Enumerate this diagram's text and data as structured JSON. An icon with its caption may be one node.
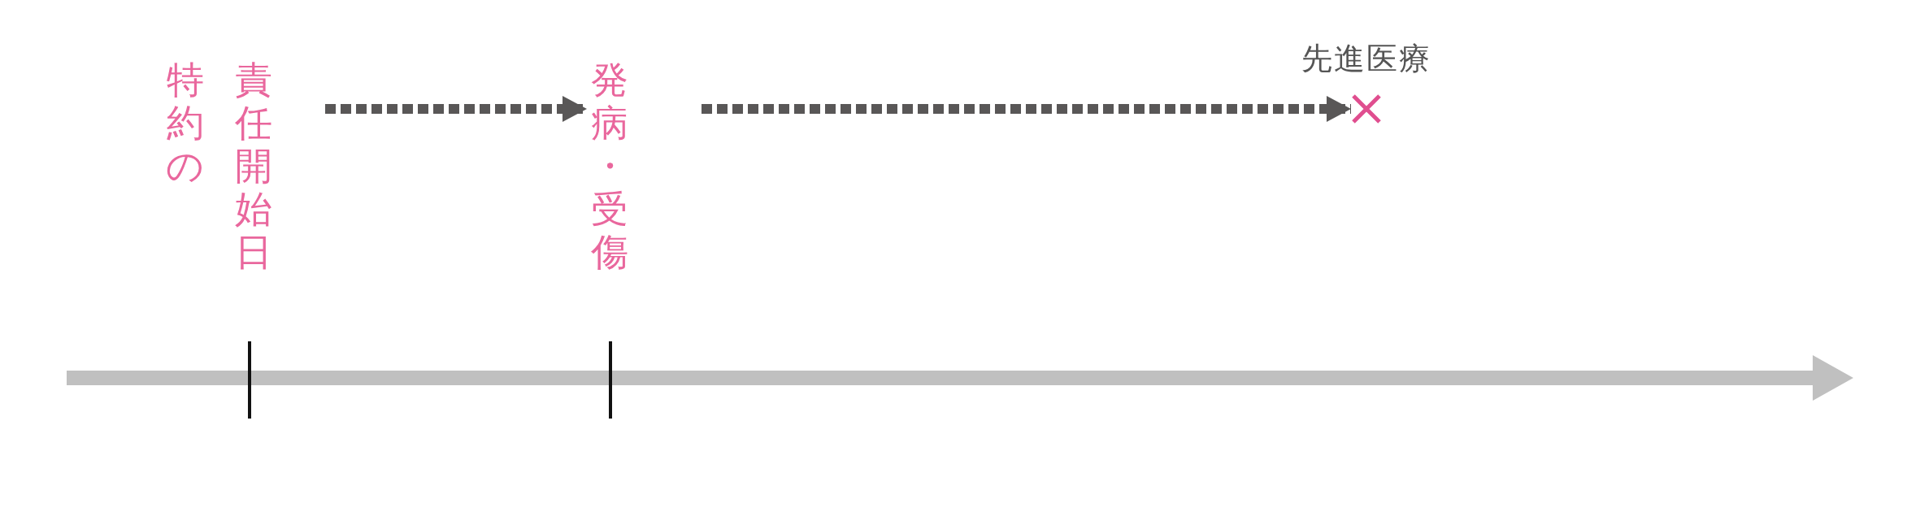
{
  "diagram": {
    "nodes": [
      {
        "text": [
          "特約の",
          "責任開始日"
        ]
      },
      {
        "text": [
          "発病・受傷"
        ]
      },
      {
        "text": [],
        "shape": "cross",
        "beside": [
          "先進医療"
        ]
      }
    ],
    "edges": [
      {
        "from": 0,
        "to": 1,
        "arrow": "to",
        "style": "dashed"
      },
      {
        "from": 1,
        "to": 2,
        "arrow": "to",
        "style": "dashed"
      }
    ]
  }
}
